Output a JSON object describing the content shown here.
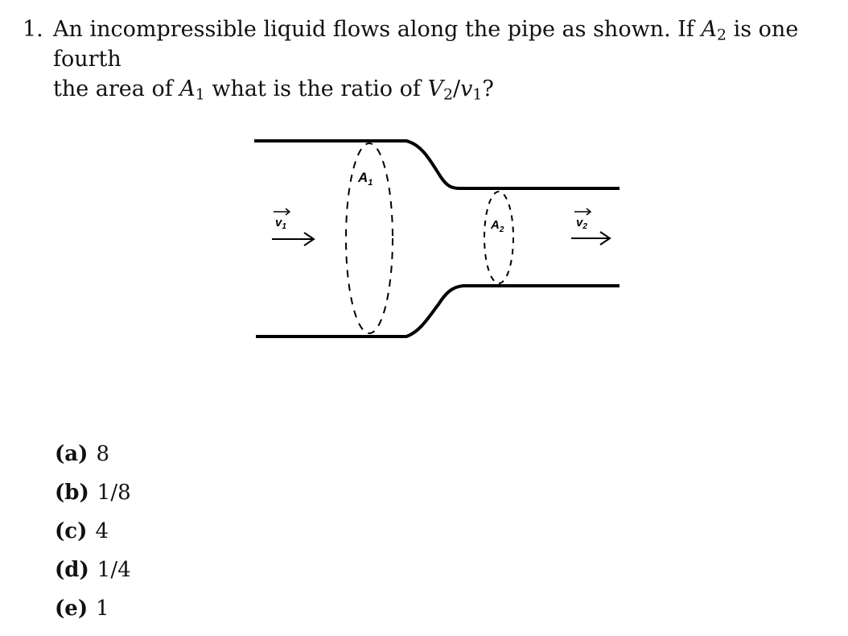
{
  "question": {
    "number": "1.",
    "line1_before_a2": "An incompressible liquid flows along the pipe as shown. If ",
    "a2_var": "A",
    "a2_sub": "2",
    "line1_after_a2": " is one fourth",
    "line2_before_a1": "the area of ",
    "a1_var": "A",
    "a1_sub": "1",
    "line2_mid": " what is the ratio of ",
    "v2_var": "V",
    "v2_sub": "2",
    "slash": "/",
    "v1_var": "v",
    "v1_sub": "1",
    "end": "?"
  },
  "diagram": {
    "label_a1": "A",
    "label_a1_sub": "1",
    "label_a2": "A",
    "label_a2_sub": "2",
    "label_v1": "v",
    "label_v1_sub": "1",
    "label_v2": "v",
    "label_v2_sub": "2"
  },
  "choices": [
    {
      "letter": "(a)",
      "value": "8"
    },
    {
      "letter": "(b)",
      "value": "1/8"
    },
    {
      "letter": "(c)",
      "value": "4"
    },
    {
      "letter": "(d)",
      "value": "1/4"
    },
    {
      "letter": "(e)",
      "value": "1"
    }
  ]
}
